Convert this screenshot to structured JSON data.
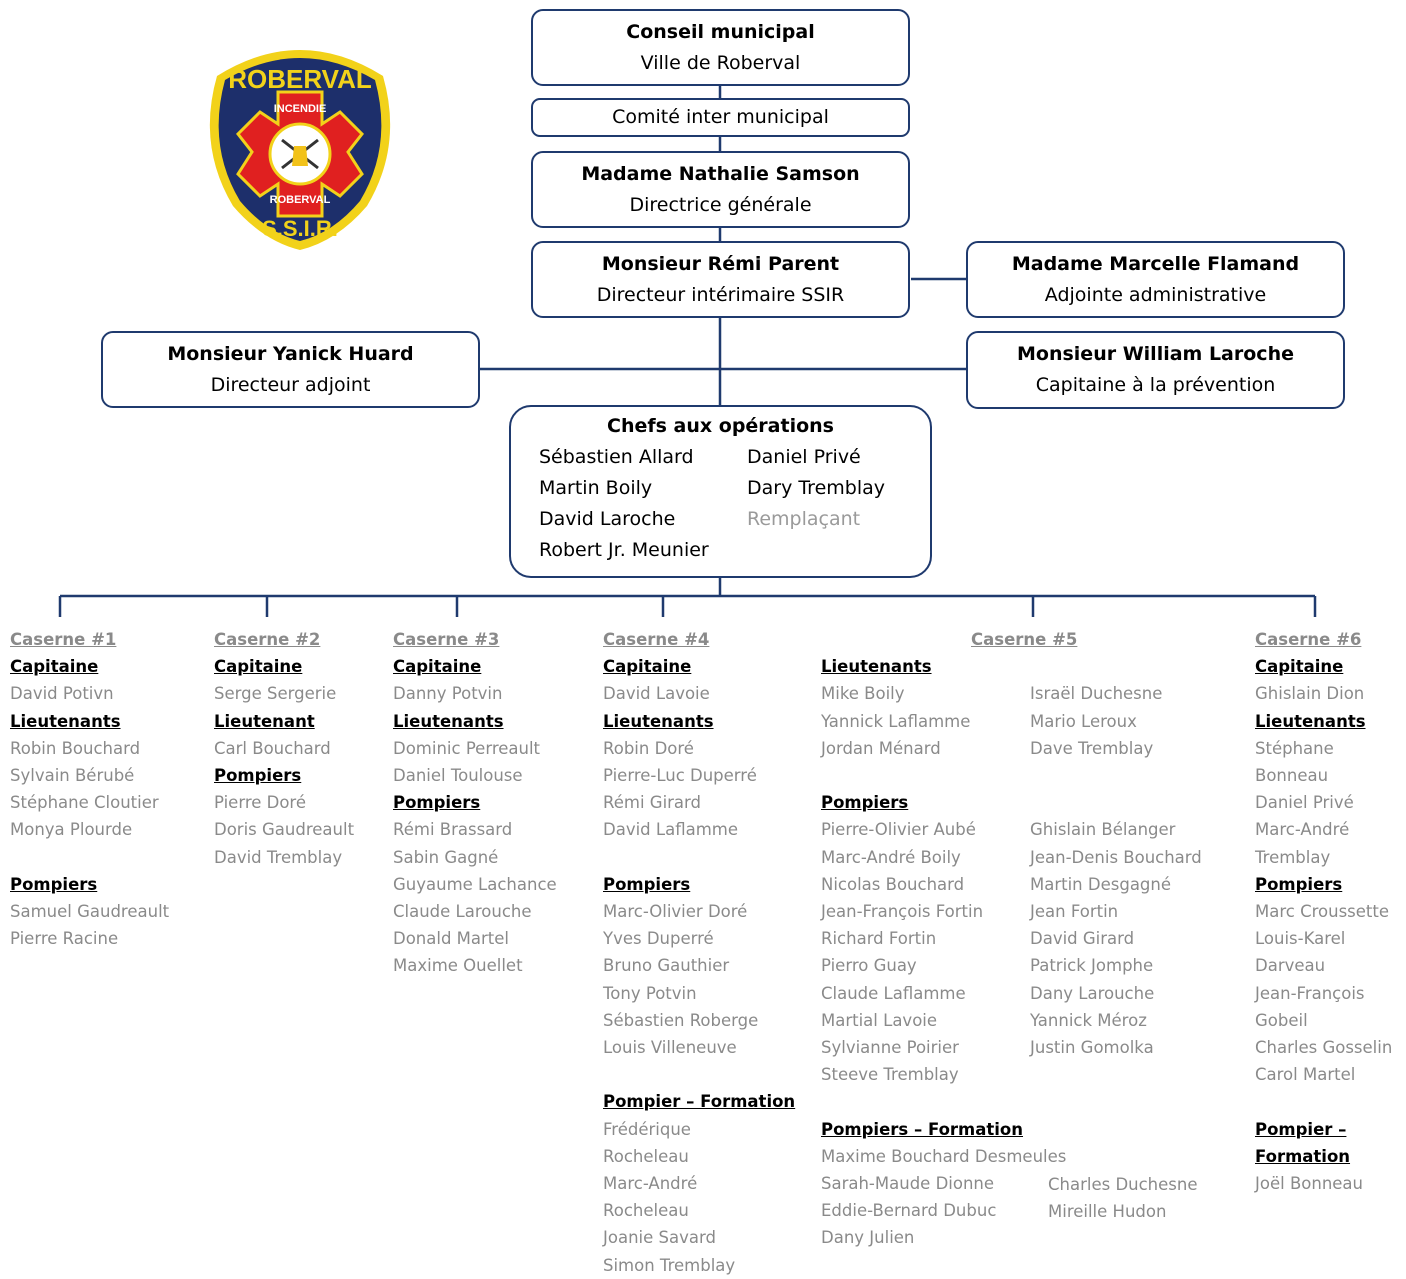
{
  "colors": {
    "border": "#1f3a6e",
    "line": "#1f3a6e",
    "gray_text": "#8a8a8a"
  },
  "logo": {
    "top_text": "ROBERVAL",
    "inner_top": "INCENDIE",
    "inner_bottom": "ROBERVAL",
    "bottom_text": "S.S.I.R."
  },
  "conseil": {
    "name": "Conseil municipal",
    "role": "Ville de Roberval"
  },
  "comite": {
    "label": "Comité inter municipal"
  },
  "dg": {
    "name": "Madame Nathalie Samson",
    "role": "Directrice générale"
  },
  "directeur": {
    "name": "Monsieur Rémi Parent",
    "role": "Directeur intérimaire SSIR"
  },
  "adjointe": {
    "name": "Madame Marcelle Flamand",
    "role": "Adjointe administrative"
  },
  "adjoint": {
    "name": "Monsieur Yanick Huard",
    "role": "Directeur adjoint"
  },
  "prevention": {
    "name": "Monsieur William Laroche",
    "role": "Capitaine à la prévention"
  },
  "chefs": {
    "title": "Chefs aux opérations",
    "left": [
      "Sébastien Allard",
      "Martin Boily",
      "David Laroche",
      "Robert Jr. Meunier"
    ],
    "right": [
      "Daniel Privé",
      "Dary Tremblay"
    ],
    "vacant": "Remplaçant"
  },
  "caserne1": {
    "title": "Caserne #1",
    "capitaine_label": "Capitaine",
    "capitaine": "David Potivn",
    "lieutenants_label": "Lieutenants",
    "lieutenants": [
      "Robin Bouchard",
      "Sylvain Bérubé",
      "Stéphane Cloutier",
      "Monya Plourde"
    ],
    "pompiers_label": "Pompiers",
    "pompiers": [
      "Samuel Gaudreault",
      "Pierre Racine"
    ]
  },
  "caserne2": {
    "title": "Caserne #2",
    "capitaine_label": "Capitaine",
    "capitaine": "Serge Sergerie",
    "lieutenant_label": "Lieutenant",
    "lieutenant": "Carl Bouchard",
    "pompiers_label": "Pompiers",
    "pompiers": [
      "Pierre Doré",
      "Doris Gaudreault",
      "David Tremblay"
    ]
  },
  "caserne3": {
    "title": "Caserne #3",
    "capitaine_label": "Capitaine",
    "capitaine": "Danny Potvin",
    "lieutenants_label": "Lieutenants",
    "lieutenants": [
      "Dominic Perreault",
      "Daniel Toulouse"
    ],
    "pompiers_label": "Pompiers",
    "pompiers": [
      "Rémi Brassard",
      "Sabin Gagné",
      "Guyaume Lachance",
      "Claude Larouche",
      "Donald Martel",
      "Maxime Ouellet"
    ]
  },
  "caserne4": {
    "title": "Caserne #4",
    "capitaine_label": "Capitaine",
    "capitaine": "David Lavoie",
    "lieutenants_label": "Lieutenants",
    "lieutenants": [
      "Robin Doré",
      "Pierre-Luc Duperré",
      "Rémi Girard",
      "David Laflamme"
    ],
    "pompiers_label": "Pompiers",
    "pompiers": [
      "Marc-Olivier Doré",
      "Yves Duperré",
      "Bruno Gauthier",
      "Tony Potvin",
      "Sébastien Roberge",
      "Louis Villeneuve"
    ],
    "formation_label": "Pompier – Formation",
    "formation": [
      "Frédérique",
      "Rocheleau",
      "Marc-André",
      "Rocheleau",
      "Joanie Savard",
      "Simon Tremblay"
    ]
  },
  "caserne5": {
    "title": "Caserne #5",
    "lieutenants_label": "Lieutenants",
    "lieutenants_a": [
      "Mike Boily",
      "Yannick Laflamme",
      "Jordan Ménard"
    ],
    "lieutenants_b": [
      "Israël Duchesne",
      "Mario Leroux",
      "Dave Tremblay"
    ],
    "pompiers_label": "Pompiers",
    "pompiers_a": [
      "Pierre-Olivier Aubé",
      "Marc-André Boily",
      "Nicolas Bouchard",
      "Jean-François Fortin",
      "Richard Fortin",
      "Pierro Guay",
      "Claude Laflamme",
      "Martial Lavoie",
      "Sylvianne Poirier",
      "Steeve Tremblay"
    ],
    "pompiers_b": [
      "Ghislain Bélanger",
      "Jean-Denis Bouchard",
      "Martin Desgagné",
      "Jean Fortin",
      "David Girard",
      "Patrick Jomphe",
      "Dany Larouche",
      "Yannick Méroz",
      "Justin Gomolka"
    ],
    "formation_label": "Pompiers – Formation",
    "formation_full": "Maxime Bouchard Desmeules",
    "formation_a": [
      "Sarah-Maude Dionne",
      "Eddie-Bernard Dubuc",
      "Dany Julien"
    ],
    "formation_b": [
      "Charles Duchesne",
      "Mireille Hudon"
    ]
  },
  "caserne6": {
    "title": "Caserne #6",
    "capitaine_label": "Capitaine",
    "capitaine": "Ghislain Dion",
    "lieutenants_label": "Lieutenants",
    "lieutenants": [
      "Stéphane",
      "Bonneau",
      "Daniel Privé",
      "Marc-André",
      "Tremblay"
    ],
    "pompiers_label": "Pompiers",
    "pompiers": [
      "Marc Croussette",
      "Louis-Karel",
      "Darveau",
      "Jean-François",
      "Gobeil",
      "Charles Gosselin",
      "Carol Martel"
    ],
    "formation_label_1": "Pompier –",
    "formation_label_2": "Formation",
    "formation": [
      "Joël Bonneau"
    ]
  }
}
